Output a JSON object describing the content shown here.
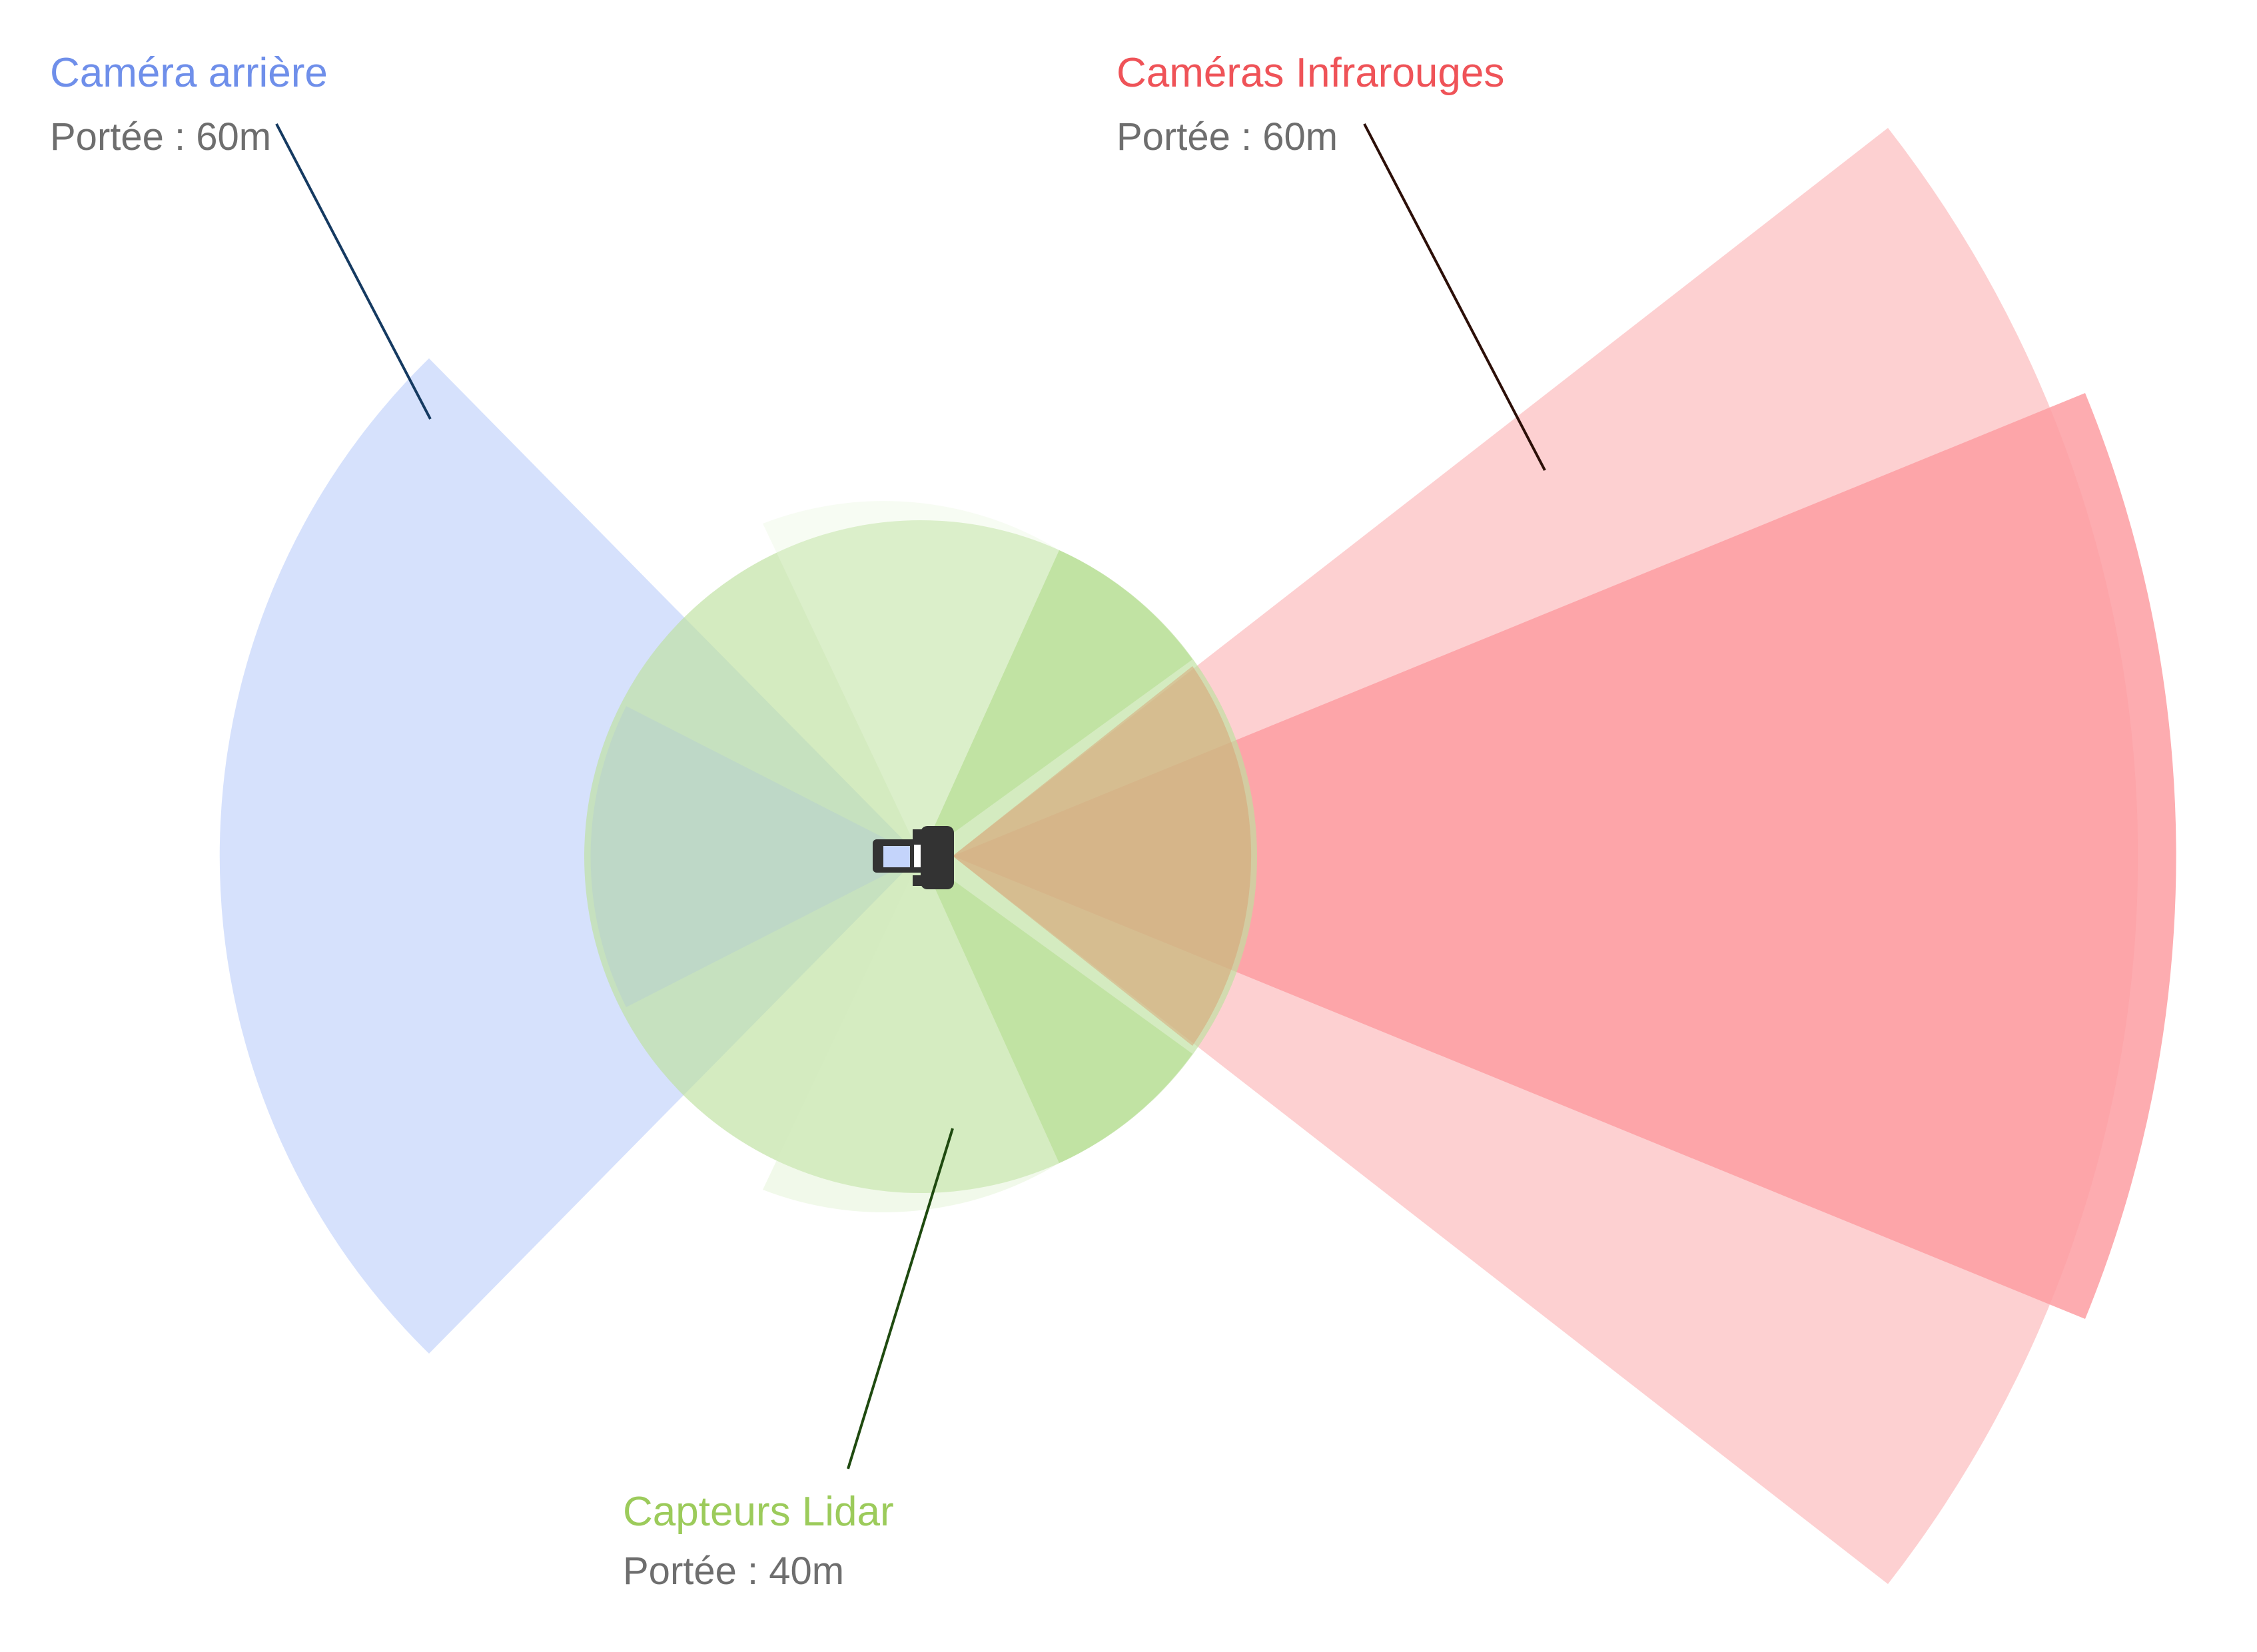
{
  "labels": {
    "rear_camera": {
      "title": "Caméra arrière",
      "range": "Portée : 60m",
      "color": "#6f8fea"
    },
    "infrared": {
      "title": "Caméras Infrarouges",
      "range": "Portée : 60m",
      "color": "#ef5358"
    },
    "lidar": {
      "title": "Capteurs Lidar",
      "range": "Portée : 40m",
      "color": "#9ccb5b"
    }
  },
  "zones": {
    "rear_camera": {
      "fill": "#c4d4fb"
    },
    "infrared_outer": {
      "fill": "#fcc4c6"
    },
    "infrared_inner": {
      "fill": "#fd9ea2"
    },
    "lidar": {
      "fill": "#bde19e"
    }
  },
  "vehicle": {
    "icon": "tractor-icon",
    "color": "#333333"
  }
}
